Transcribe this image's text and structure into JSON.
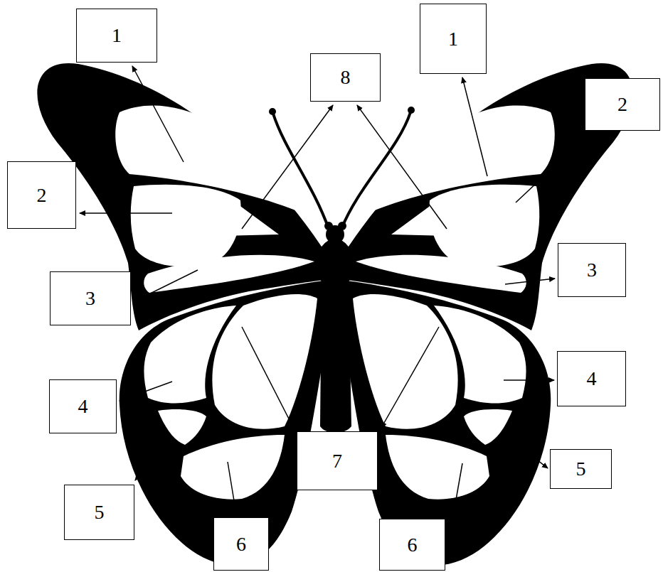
{
  "diagram": {
    "nodes": [
      {
        "text": [
          "1"
        ]
      },
      {
        "text": [
          "8"
        ]
      },
      {
        "text": [
          "1"
        ]
      },
      {
        "text": [
          "2"
        ]
      },
      {
        "text": [
          "2"
        ]
      },
      {
        "text": [
          "3"
        ]
      },
      {
        "text": [
          "3"
        ]
      },
      {
        "text": [
          "4"
        ]
      },
      {
        "text": [
          "4"
        ]
      },
      {
        "text": [
          "7"
        ]
      },
      {
        "text": [
          "5"
        ]
      },
      {
        "text": [
          "5"
        ]
      },
      {
        "text": [
          "6"
        ]
      },
      {
        "text": [
          "6"
        ]
      }
    ]
  }
}
